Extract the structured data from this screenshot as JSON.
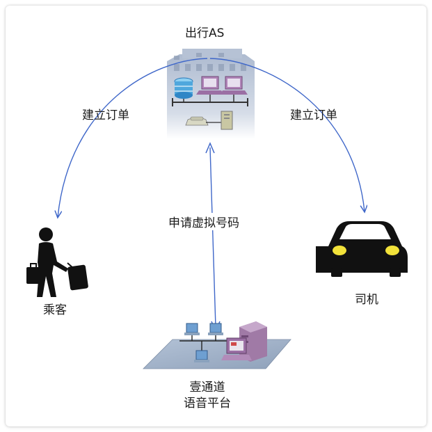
{
  "nodes": {
    "server": {
      "label": "出行AS"
    },
    "passenger": {
      "label": "乘客"
    },
    "driver": {
      "label": "司机"
    },
    "platform": {
      "label_line1": "壹通道",
      "label_line2": "语音平台"
    }
  },
  "edges": {
    "left_arc": {
      "label": "建立订单"
    },
    "right_arc": {
      "label": "建立订单"
    },
    "vertical": {
      "label": "申请虚拟号码"
    }
  },
  "colors": {
    "arrow": "#3f67c9",
    "building": "#bcc8d8",
    "platform_floor": "#9fb1c8",
    "car_headlight": "#f2e23a",
    "silhouette": "#111111"
  }
}
